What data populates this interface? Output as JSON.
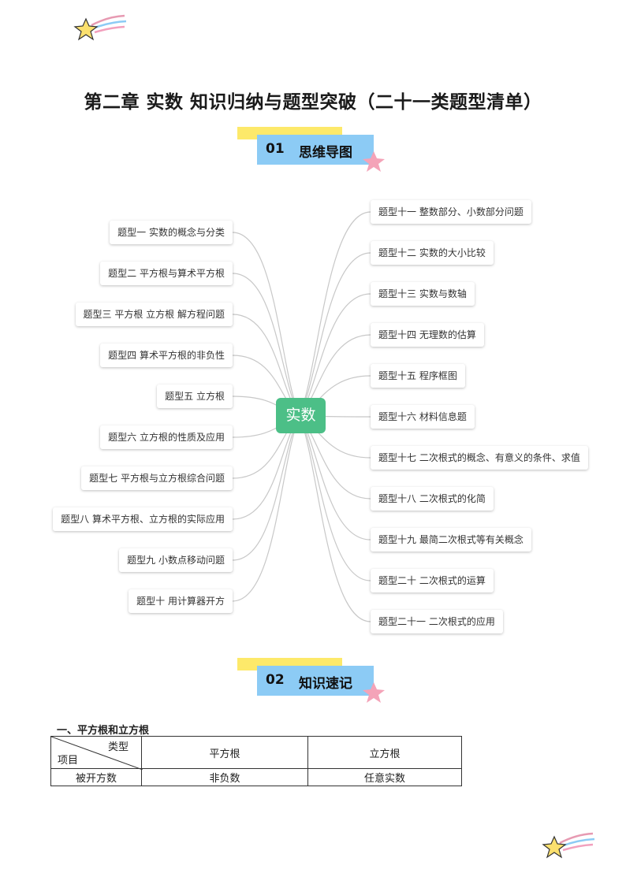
{
  "document": {
    "title": "第二章  实数  知识归纳与题型突破（二十一类题型清单）"
  },
  "sections": [
    {
      "number": "01",
      "label": "思维导图"
    },
    {
      "number": "02",
      "label": "知识速记"
    }
  ],
  "mindmap": {
    "center": "实数",
    "left_nodes": [
      "题型一 实数的概念与分类",
      "题型二 平方根与算术平方根",
      "题型三 平方根 立方根 解方程问题",
      "题型四 算术平方根的非负性",
      "题型五 立方根",
      "题型六 立方根的性质及应用",
      "题型七 平方根与立方根综合问题",
      "题型八 算术平方根、立方根的实际应用",
      "题型九 小数点移动问题",
      "题型十 用计算器开方"
    ],
    "right_nodes": [
      "题型十一 整数部分、小数部分问题",
      "题型十二 实数的大小比较",
      "题型十三  实数与数轴",
      "题型十四 无理数的估算",
      "题型十五 程序框图",
      "题型十六 材料信息题",
      "题型十七 二次根式的概念、有意义的条件、求值",
      "题型十八 二次根式的化简",
      "题型十九 最简二次根式等有关概念",
      "题型二十 二次根式的运算",
      "题型二十一 二次根式的应用"
    ]
  },
  "knowledge": {
    "heading": "一、平方根和立方根",
    "table": {
      "corner_top": "类型",
      "corner_bottom": "项目",
      "headers": [
        "平方根",
        "立方根"
      ],
      "rows": [
        {
          "label": "被开方数",
          "cells": [
            "非负数",
            "任意实数"
          ]
        }
      ]
    }
  },
  "colors": {
    "banner_yellow": "#fde96a",
    "banner_blue": "#8ccbf5",
    "star_pink": "#f4a3b8",
    "center_green": "#4cbf87",
    "connector": "#c8c8c8"
  },
  "icons": [
    "shooting-star-icon",
    "pink-star-icon"
  ]
}
